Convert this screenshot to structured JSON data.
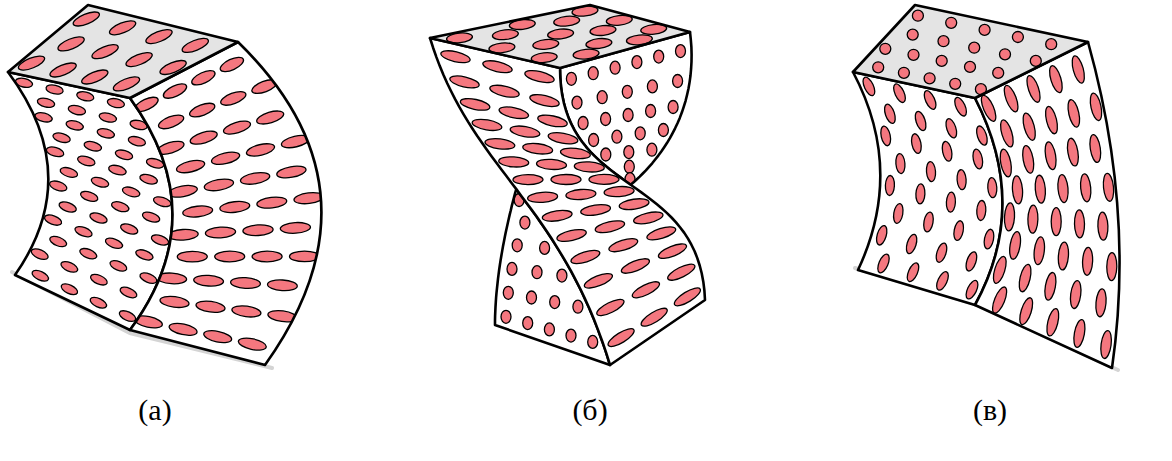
{
  "diagram": {
    "labels": [
      "(а)",
      "(б)",
      "(в)"
    ]
  }
}
